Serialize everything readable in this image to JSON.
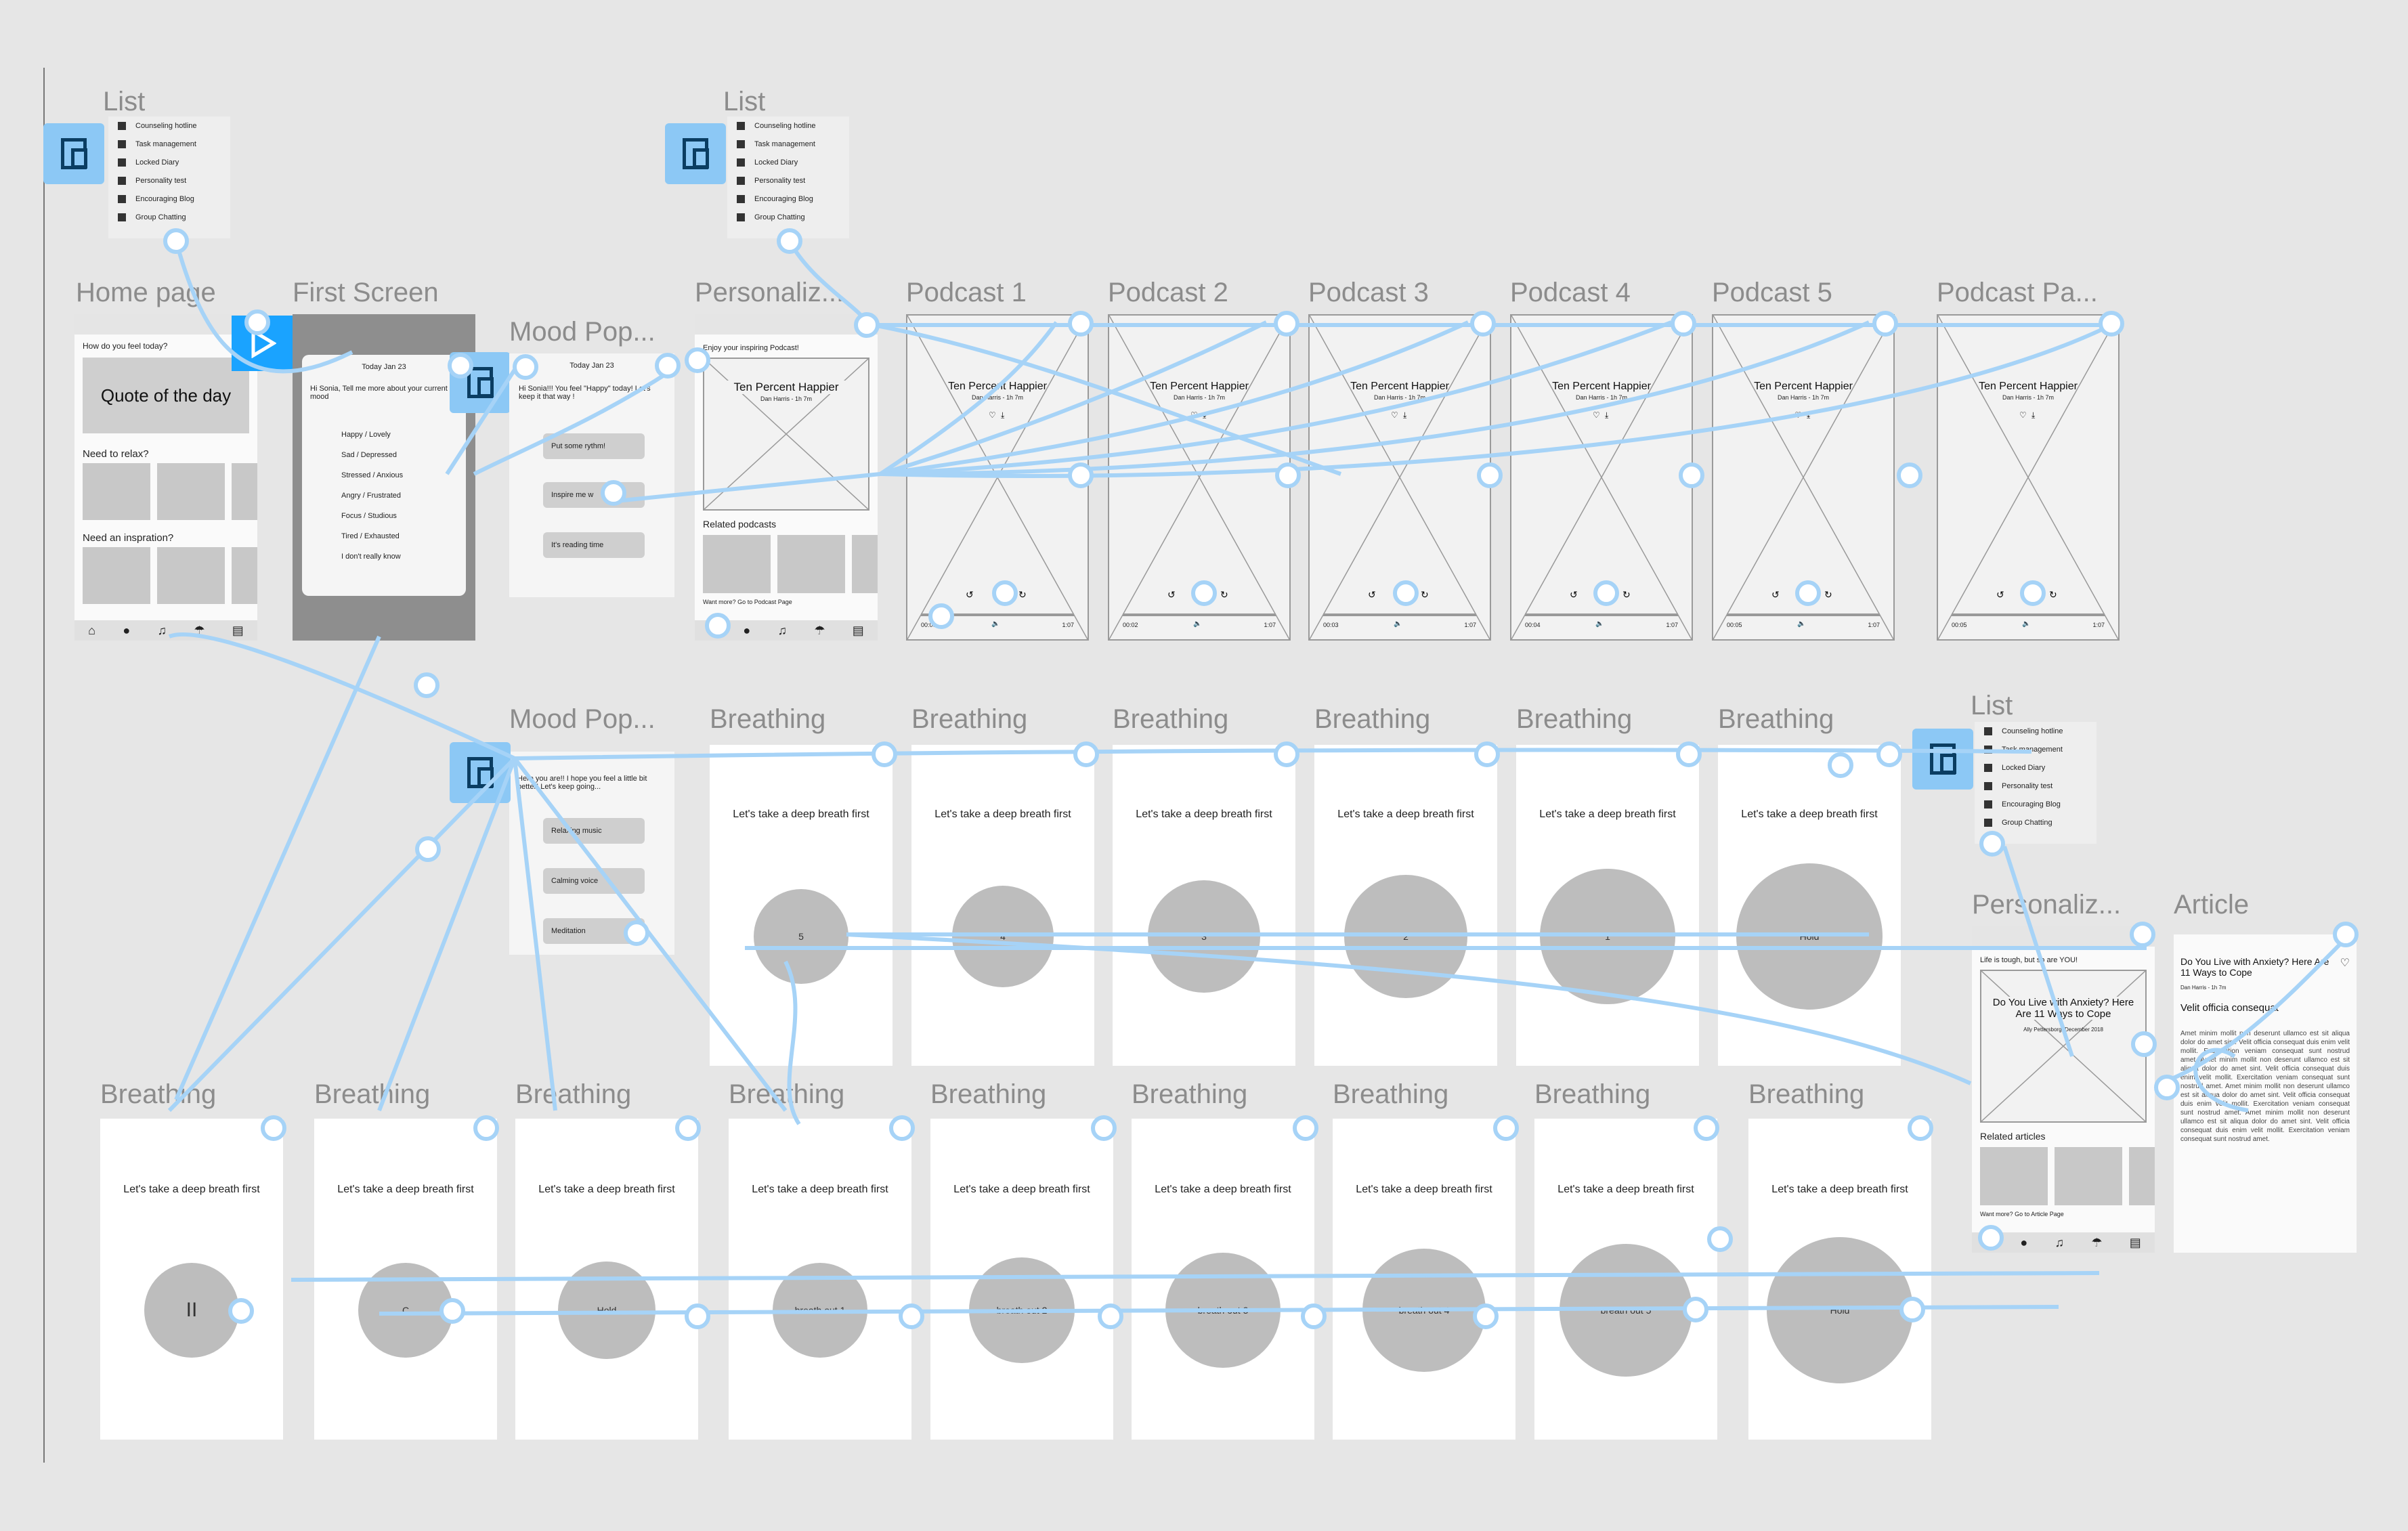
{
  "frames": {
    "list_left": {
      "title": "List"
    },
    "list_mid": {
      "title": "List"
    },
    "list_right": {
      "title": "List"
    },
    "home": {
      "title": "Home page"
    },
    "first": {
      "title": "First Screen"
    },
    "mood1": {
      "title": "Mood Pop..."
    },
    "pers1": {
      "title": "Personaliz..."
    },
    "pod1": {
      "title": "Podcast 1"
    },
    "pod2": {
      "title": "Podcast 2"
    },
    "pod3": {
      "title": "Podcast 3"
    },
    "pod4": {
      "title": "Podcast 4"
    },
    "pod5": {
      "title": "Podcast 5"
    },
    "podpa": {
      "title": "Podcast Pa..."
    },
    "mood2": {
      "title": "Mood Pop..."
    },
    "pers2": {
      "title": "Personaliz..."
    },
    "article": {
      "title": "Article"
    }
  },
  "list_items": [
    "Counseling hotline",
    "Task management",
    "Locked Diary",
    "Personality test",
    "Encouraging Blog",
    "Group Chatting"
  ],
  "breathing_title": "Breathing",
  "breathing_prompt": "Let's take a deep breath first",
  "breathing_row1": [
    "5",
    "4",
    "3",
    "2",
    "1",
    "Hold"
  ],
  "breathing_row2": [
    "II",
    "C",
    "Hold",
    "breath out 1",
    "breath out 2",
    "breath out 3",
    "breath out 4",
    "breath out 5",
    "Hold"
  ],
  "home": {
    "greeting": "How do you feel today?",
    "quote": "Quote of the day",
    "relax": "Need to relax?",
    "inspire": "Need an inspration?"
  },
  "first": {
    "date": "Today Jan 23",
    "hello": "Hi Sonia, Tell me more about your current mood",
    "moods": [
      "Happy / Lovely",
      "Sad / Depressed",
      "Stressed / Anxious",
      "Angry / Frustrated",
      "Focus / Studious",
      "Tired / Exhausted",
      "I don't really know"
    ]
  },
  "mood1": {
    "date": "Today Jan 23",
    "text": "Hi Sonia!!! You feel \"Happy\" today! Let's keep it that way !",
    "buttons": [
      "Put some rythm!",
      "Inspire me w",
      "It's reading time"
    ]
  },
  "mood2": {
    "text": "Here you are!! I hope you feel a little bit better! Let's keep going...",
    "buttons": [
      "Relaxing music",
      "Calming voice",
      "Meditation"
    ]
  },
  "pers1": {
    "enjoy": "Enjoy your inspiring Podcast!",
    "card_title": "Ten Percent Happier",
    "card_sub": "Dan Harris - 1h 7m",
    "related": "Related podcasts",
    "more": "Want more? Go to Podcast Page"
  },
  "podcast": {
    "title": "Ten Percent Happier",
    "sub": "Dan Harris - 1h 7m",
    "times": [
      "00:00",
      "00:02",
      "00:03",
      "00:04",
      "00:05",
      "00:05"
    ],
    "end": "1:07"
  },
  "pers2": {
    "top": "Life is tough, but so are YOU!",
    "card_title": "Do You Live with Anxiety? Here Are 11 Ways to Cope",
    "card_sub": "Ally Pettersborg, December 2018",
    "related": "Related articles",
    "more": "Want more? Go to Article Page"
  },
  "article": {
    "heading": "Do You Live with Anxiety? Here Are 11 Ways to Cope",
    "sub": "Dan Harris - 1h 7m",
    "lead": "Velit officia consequat",
    "body": "Amet minim mollit non deserunt ullamco est sit aliqua dolor do amet sint. Velit officia consequat duis enim velit mollit. Exercitation veniam consequat sunt nostrud amet. Amet minim mollit non deserunt ullamco est sit aliqua dolor do amet sint. Velit officia consequat duis enim velit mollit. Exercitation veniam consequat sunt nostrud amet. Amet minim mollit non deserunt ullamco est sit aliqua dolor do amet sint. Velit officia consequat duis enim velit mollit. Exercitation veniam consequat sunt nostrud amet. Amet minim mollit non deserunt ullamco est sit aliqua dolor do amet sint. Velit officia consequat duis enim velit mollit. Exercitation veniam consequat sunt nostrud amet."
  },
  "colors": {
    "link": "#a6d3f7",
    "canvas": "#e6e6e6",
    "wire": "#c8c8c8",
    "accent": "#1aa3ff"
  }
}
